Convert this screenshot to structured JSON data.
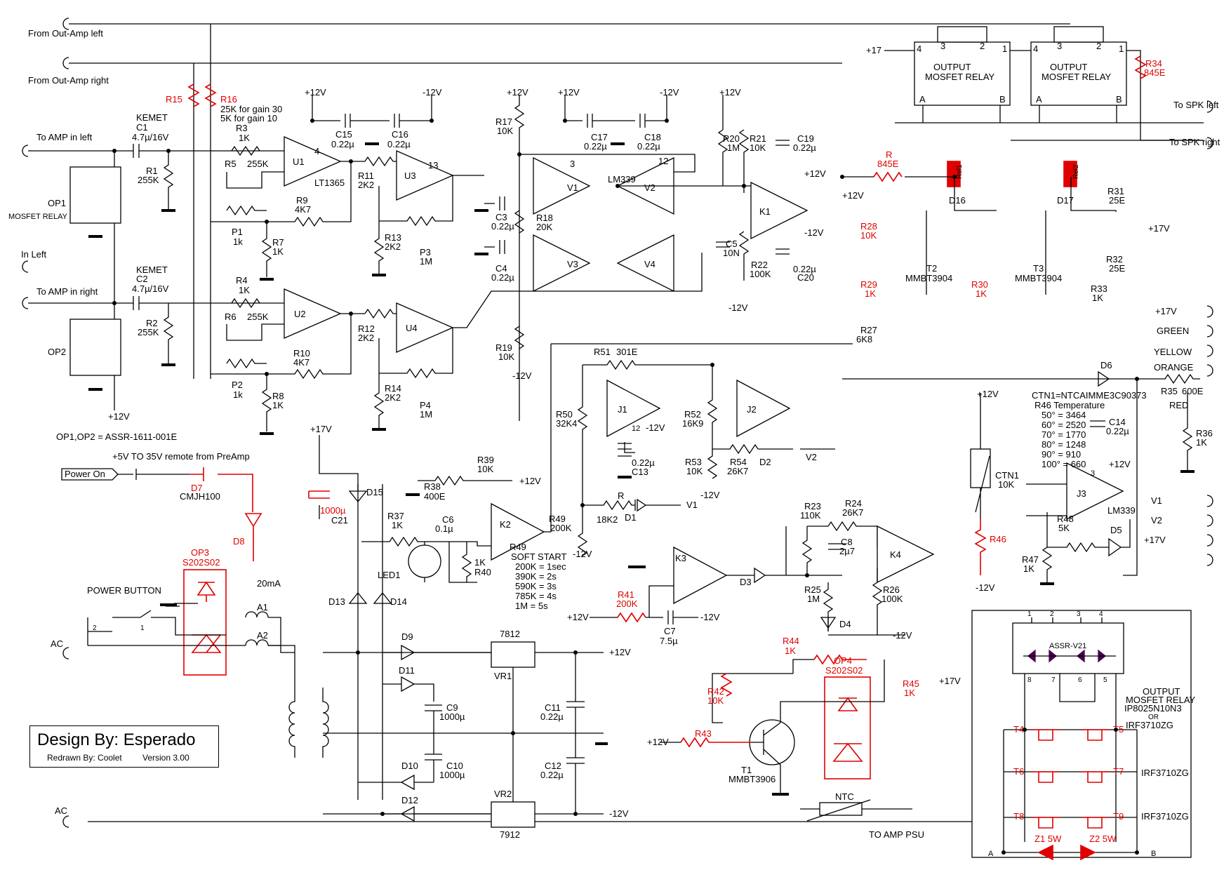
{
  "connectors": {
    "from_out_amp_left": "From Out-Amp left",
    "from_out_amp_right": "From Out-Amp right",
    "to_amp_in_left": "To AMP in left",
    "to_amp_in_right": "To AMP in right",
    "in_left": "In Left",
    "to_spk_left": "To SPK left",
    "to_spk_right": "To SPK right",
    "to_amp_psu": "TO AMP PSU",
    "ac_top": "AC",
    "ac_bottom": "AC",
    "power_on": "Power On",
    "remote_note": "+5V TO 35V  remote from PreAmp",
    "power_button": "POWER BUTTON",
    "current_note": "20mA",
    "green": "GREEN",
    "yellow": "YELLOW",
    "orange": "ORANGE",
    "red": "RED",
    "v1": "V1",
    "v2": "V2",
    "p17v": "+17V",
    "p17v_in": "+17V"
  },
  "rails": {
    "p12v": "+12V",
    "m12v": "-12V",
    "p17v": "+17V",
    "p17": "+17"
  },
  "opamps": {
    "u1": "U1",
    "u1_type": "LT1365",
    "u2": "U2",
    "u3": "U3",
    "u4": "U4",
    "v1": "V1",
    "v2": "V2",
    "v3": "V3",
    "v4": "V4",
    "lm339": "LM339",
    "k1": "K1",
    "k2": "K2",
    "k3": "K3",
    "k4": "K4",
    "j1": "J1",
    "j2": "J2",
    "j3": "J3",
    "j3_type": "LM339"
  },
  "input_stage": {
    "kemet_1": "KEMET",
    "c1": "C1",
    "c1_val": "4.7µ/16V",
    "kemet_2": "KEMET",
    "c2": "C2",
    "c2_val": "4.7µ/16V",
    "r1": "R1",
    "r1_val": "255K",
    "r2": "R2",
    "r2_val": "255K",
    "r3": "R3",
    "r3_val": "1K",
    "r4": "R4",
    "r4_val": "1K",
    "r5": "R5",
    "r5_val": "255K",
    "r6": "R6",
    "r6_val": "255K",
    "r7": "R7",
    "r7_val": "1K",
    "r8": "R8",
    "r8_val": "1K",
    "r9": "R9",
    "r9_val": "4K7",
    "r10": "R10",
    "r10_val": "4K7",
    "r11": "R11",
    "r11_val": "2K2",
    "r12": "R12",
    "r12_val": "2K2",
    "r13": "R13",
    "r13_val": "2K2",
    "r14": "R14",
    "r14_val": "2K2",
    "r15": "R15",
    "r16": "R16",
    "r16_note1": "25K for gain 30",
    "r16_note2": "5K for gain 10",
    "p1": "P1",
    "p1_val": "1k",
    "p2": "P2",
    "p2_val": "1k",
    "p3": "P3",
    "p3_val": "1M",
    "p4": "P4",
    "p4_val": "1M",
    "c15": "C15",
    "c15_val": "0.22µ",
    "c16": "C16",
    "c16_val": "0.22µ",
    "op1": "OP1",
    "op2": "OP2",
    "mosfet_relay": "MOSFET RELAY",
    "op_note": "OP1,OP2 = ASSR-1611-001E",
    "pin4": "4",
    "pin13": "13"
  },
  "detector": {
    "r17": "R17",
    "r17_val": "10K",
    "r18": "R18",
    "r18_val": "20K",
    "r19": "R19",
    "r19_val": "10K",
    "c3": "C3",
    "c3_val": "0.22µ",
    "c4": "C4",
    "c4_val": "0.22µ",
    "c17": "C17",
    "c17_val": "0.22µ",
    "c18": "C18",
    "c18_val": "0.22µ",
    "pin3": "3",
    "pin12": "12",
    "r20": "R20",
    "r20_val": "1M",
    "r21": "R21",
    "r21_val": "10K",
    "r22": "R22",
    "r22_val": "100K",
    "c5": "C5",
    "c5_val": "10N",
    "c19": "C19",
    "c19_val": "0.22µ",
    "c20": "C20",
    "c20_val": "0.22µ"
  },
  "relay_drive": {
    "r_label": "R",
    "r_val": "845E",
    "r34": "R34",
    "r34_val": "845E",
    "r28": "R28",
    "r28_val": "10K",
    "r29": "R29",
    "r29_val": "1K",
    "r30": "R30",
    "r30_val": "1K",
    "r27": "R27",
    "r27_val": "6K8",
    "r31": "R31",
    "r31_val": "25E",
    "r32": "R32",
    "r32_val": "25E",
    "r33": "R33",
    "r33_val": "1K",
    "t2": "T2",
    "t2_type": "MMBT3904",
    "t3": "T3",
    "t3_type": "MMBT3904",
    "d16": "D16",
    "d17": "D17",
    "rel1": "Rel1",
    "rel2": "Rel2",
    "relay_l1": "OUTPUT",
    "relay_l2": "MOSFET RELAY",
    "relay2_l1": "OUTPUT",
    "relay2_l2": "MOSFET RELAY",
    "rp4": "4",
    "rp3": "3",
    "rp2": "2",
    "rp1": "1",
    "rpa": "A",
    "rpb": "B",
    "rq4": "4",
    "rq3": "3",
    "rq2": "2",
    "rq1": "1",
    "rqa": "A",
    "rqb": "B"
  },
  "soft_start": {
    "r51": "R51",
    "r51_val": "301E",
    "r50": "R50",
    "r50_val": "32K4",
    "r52": "R52",
    "r52_val": "16K9",
    "r53": "R53",
    "r53_val": "10K",
    "r54": "R54",
    "r54_val": "26K7",
    "d2": "D2",
    "d1": "D1",
    "r_label": "R",
    "r_val": "18K2",
    "c13": "C13",
    "c13_val": "0.22µ",
    "j1_pin12": "12",
    "r38": "R38",
    "r38_val": "400E",
    "r39": "R39",
    "r39_val": "10K",
    "r37": "R37",
    "r37_val": "1K",
    "c6": "C6",
    "c6_val": "0.1µ",
    "r40": "R40",
    "r40_val": "1K",
    "led1": "LED1",
    "r49": "R49",
    "r49_val": "200K",
    "table_title1": "R49",
    "table_title2": "SOFT START",
    "table": [
      "200K = 1sec",
      "390K = 2s",
      "590K = 3s",
      "785K = 4s",
      "1M = 5s"
    ],
    "r41": "R41",
    "r41_val": "200K",
    "c7": "C7",
    "c7_val": "7.5µ",
    "d3": "D3",
    "r23": "R23",
    "r23_val": "110K",
    "r24": "R24",
    "r24_val": "26K7",
    "c8": "C8",
    "c8_val": "2µ7",
    "r25": "R25",
    "r25_val": "1M",
    "r26": "R26",
    "r26_val": "100K",
    "d4": "D4"
  },
  "temperature": {
    "ctn_note": "CTN1=NTCAIMME3C90373",
    "r46_title": "R46 Temperature",
    "table": [
      "50° = 3464",
      "60° = 2520",
      "70° = 1770",
      "80° = 1248",
      "90° = 910",
      "100° = 660"
    ],
    "ctn1": "CTN1",
    "ctn1_val": "10K",
    "r46": "R46",
    "r47": "R47",
    "r47_val": "1K",
    "r48": "R48",
    "r48_val": "5K",
    "d5": "D5",
    "d6": "D6",
    "c14": "C14",
    "c14_val": "0.22µ",
    "r35": "R35",
    "r35_val": "600E",
    "r36": "R36",
    "r36_val": "1K",
    "pin3": "3"
  },
  "power_on": {
    "d7": "D7",
    "d7_type": "CMJH100",
    "d8": "D8",
    "op3": "OP3",
    "op3_type": "S202S02",
    "a1": "A1",
    "a2": "A2",
    "sw_pin1": "1",
    "sw_pin2": "2",
    "r44": "R44",
    "r44_val": "1K",
    "op4": "OP4",
    "op4_type": "S202S02",
    "r45": "R45",
    "r45_val": "1K",
    "r42": "R42",
    "r42_val": "10K",
    "r43": "R43",
    "t1": "T1",
    "t1_type": "MMBT3906",
    "ntc": "NTC"
  },
  "psu": {
    "c21": "C21",
    "c21_val": "1000µ",
    "d15": "D15",
    "d13": "D13",
    "d14": "D14",
    "d9": "D9",
    "d10": "D10",
    "d11": "D11",
    "d12": "D12",
    "c9": "C9",
    "c9_val": "1000µ",
    "c10": "C10",
    "c10_val": "1000µ",
    "c11": "C11",
    "c11_val": "0.22µ",
    "c12": "C12",
    "c12_val": "0.22µ",
    "vr1": "VR1",
    "vr1_type": "7812",
    "vr2": "VR2",
    "vr2_type": "7912"
  },
  "mosfet_detail": {
    "assr": "ASSR-V21",
    "p1": "1",
    "p2": "2",
    "p3": "3",
    "p4": "4",
    "p8": "8",
    "p7": "7",
    "p6": "6",
    "p5": "5",
    "title1": "OUTPUT",
    "title2": "MOSFET RELAY",
    "title3": "IP8025N10N3",
    "title4": "OR",
    "title5": "IRF3710ZG",
    "irf1": "IRF3710ZG",
    "irf2": "IRF3710ZG",
    "t4": "T4",
    "t5": "T5",
    "t6": "T6",
    "t7": "T7",
    "t8": "T8",
    "t9": "T9",
    "z1": "Z1 5W",
    "z2": "Z2 5W",
    "a": "A",
    "b": "B"
  },
  "credits": {
    "design": "Design By: Esperado",
    "redrawn": "Redrawn By: Coolet",
    "version": "Version 3.00"
  }
}
